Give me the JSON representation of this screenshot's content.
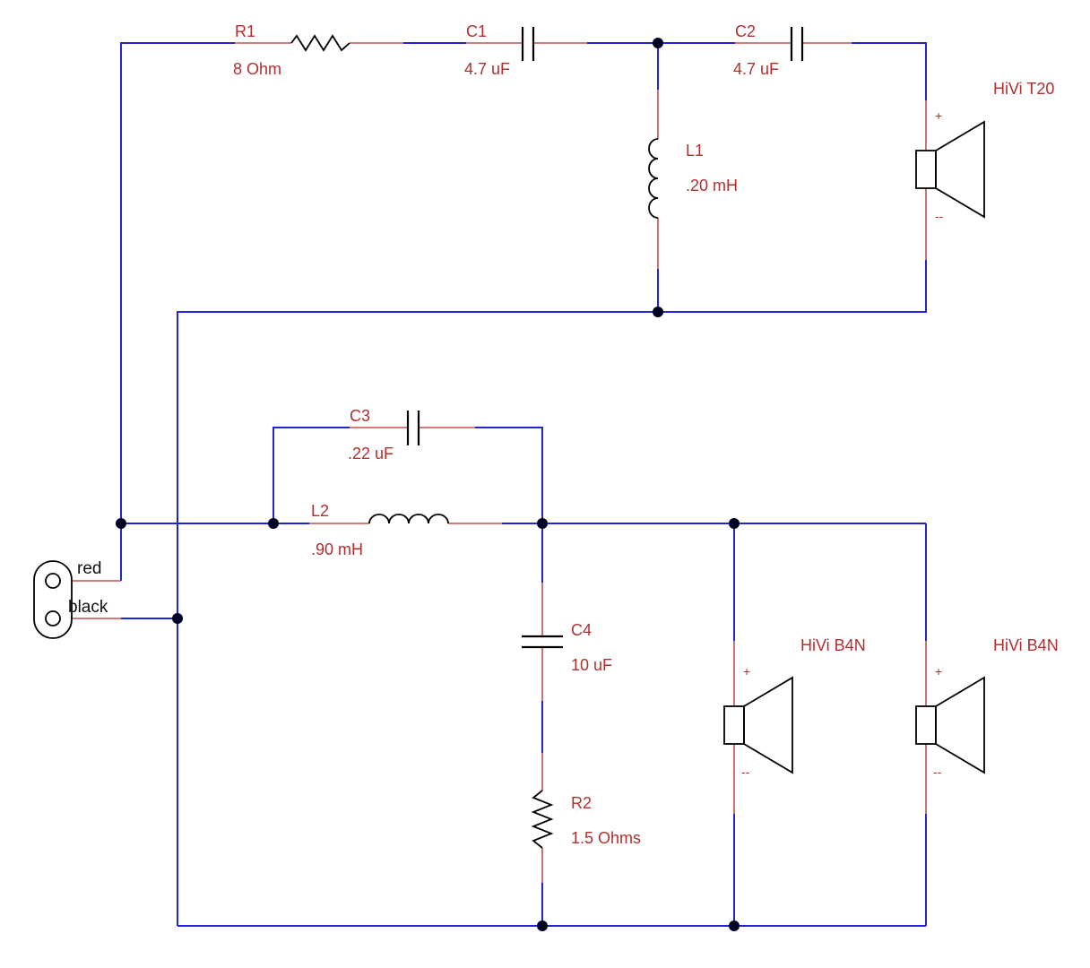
{
  "components": {
    "r1": {
      "ref": "R1",
      "value": "8 Ohm"
    },
    "c1": {
      "ref": "C1",
      "value": "4.7 uF"
    },
    "c2": {
      "ref": "C2",
      "value": "4.7 uF"
    },
    "l1": {
      "ref": "L1",
      "value": ".20 mH"
    },
    "c3": {
      "ref": "C3",
      "value": ".22 uF"
    },
    "l2": {
      "ref": "L2",
      "value": ".90 mH"
    },
    "c4": {
      "ref": "C4",
      "value": "10 uF"
    },
    "r2": {
      "ref": "R2",
      "value": "1.5 Ohms"
    }
  },
  "speakers": {
    "tweeter": {
      "name": "HiVi T20",
      "plus": "+",
      "minus": "--"
    },
    "woofer1": {
      "name": "HiVi B4N",
      "plus": "+",
      "minus": "--"
    },
    "woofer2": {
      "name": "HiVi B4N",
      "plus": "+",
      "minus": "--"
    }
  },
  "terminal": {
    "red_label": "red",
    "black_label": "black"
  },
  "colors": {
    "wire": "#2323d8",
    "lead": "#c05050",
    "label": "#b03030",
    "symbol": "#000000"
  }
}
